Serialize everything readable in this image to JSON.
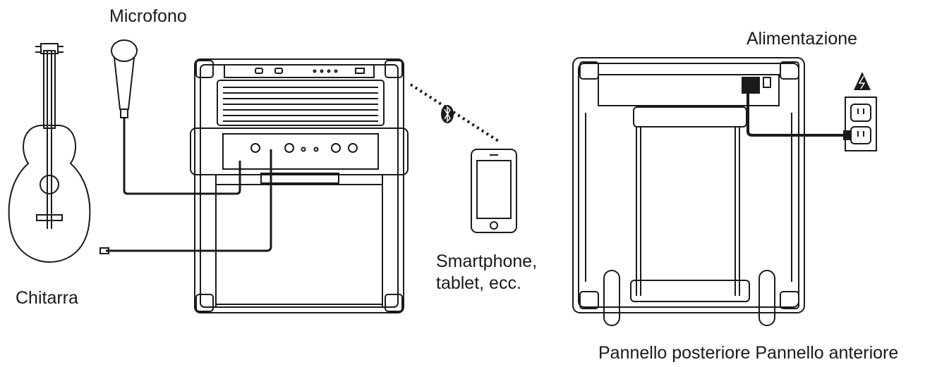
{
  "labels": {
    "microphone": "Microfono",
    "guitar": "Chitarra",
    "smartphone_line1": "Smartphone,",
    "smartphone_line2": "tablet, ecc.",
    "power": "Alimentazione",
    "panels": "Pannello posteriore Pannello anteriore"
  },
  "colors": {
    "ink": "#1a1a1a",
    "paper": "#ffffff"
  },
  "icons": [
    "guitar-icon",
    "microphone-icon",
    "speaker-front-icon",
    "bluetooth-icon",
    "smartphone-icon",
    "speaker-rear-icon",
    "wall-outlet-icon",
    "high-voltage-icon"
  ]
}
